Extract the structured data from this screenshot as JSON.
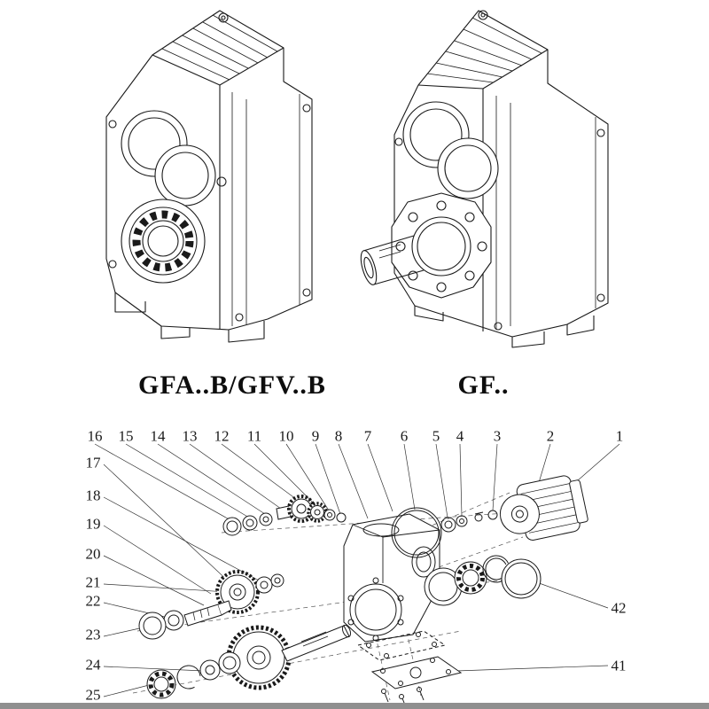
{
  "models": {
    "left": "GFA..B/GFV..B",
    "right": "GF.."
  },
  "callouts": {
    "top": [
      "16",
      "15",
      "14",
      "13",
      "12",
      "11",
      "10",
      "9",
      "8",
      "7",
      "6",
      "5",
      "4",
      "3",
      "2",
      "1"
    ],
    "left": [
      "17",
      "18",
      "19",
      "20",
      "21",
      "22",
      "23",
      "24",
      "25"
    ],
    "right": [
      "42",
      "41"
    ]
  }
}
